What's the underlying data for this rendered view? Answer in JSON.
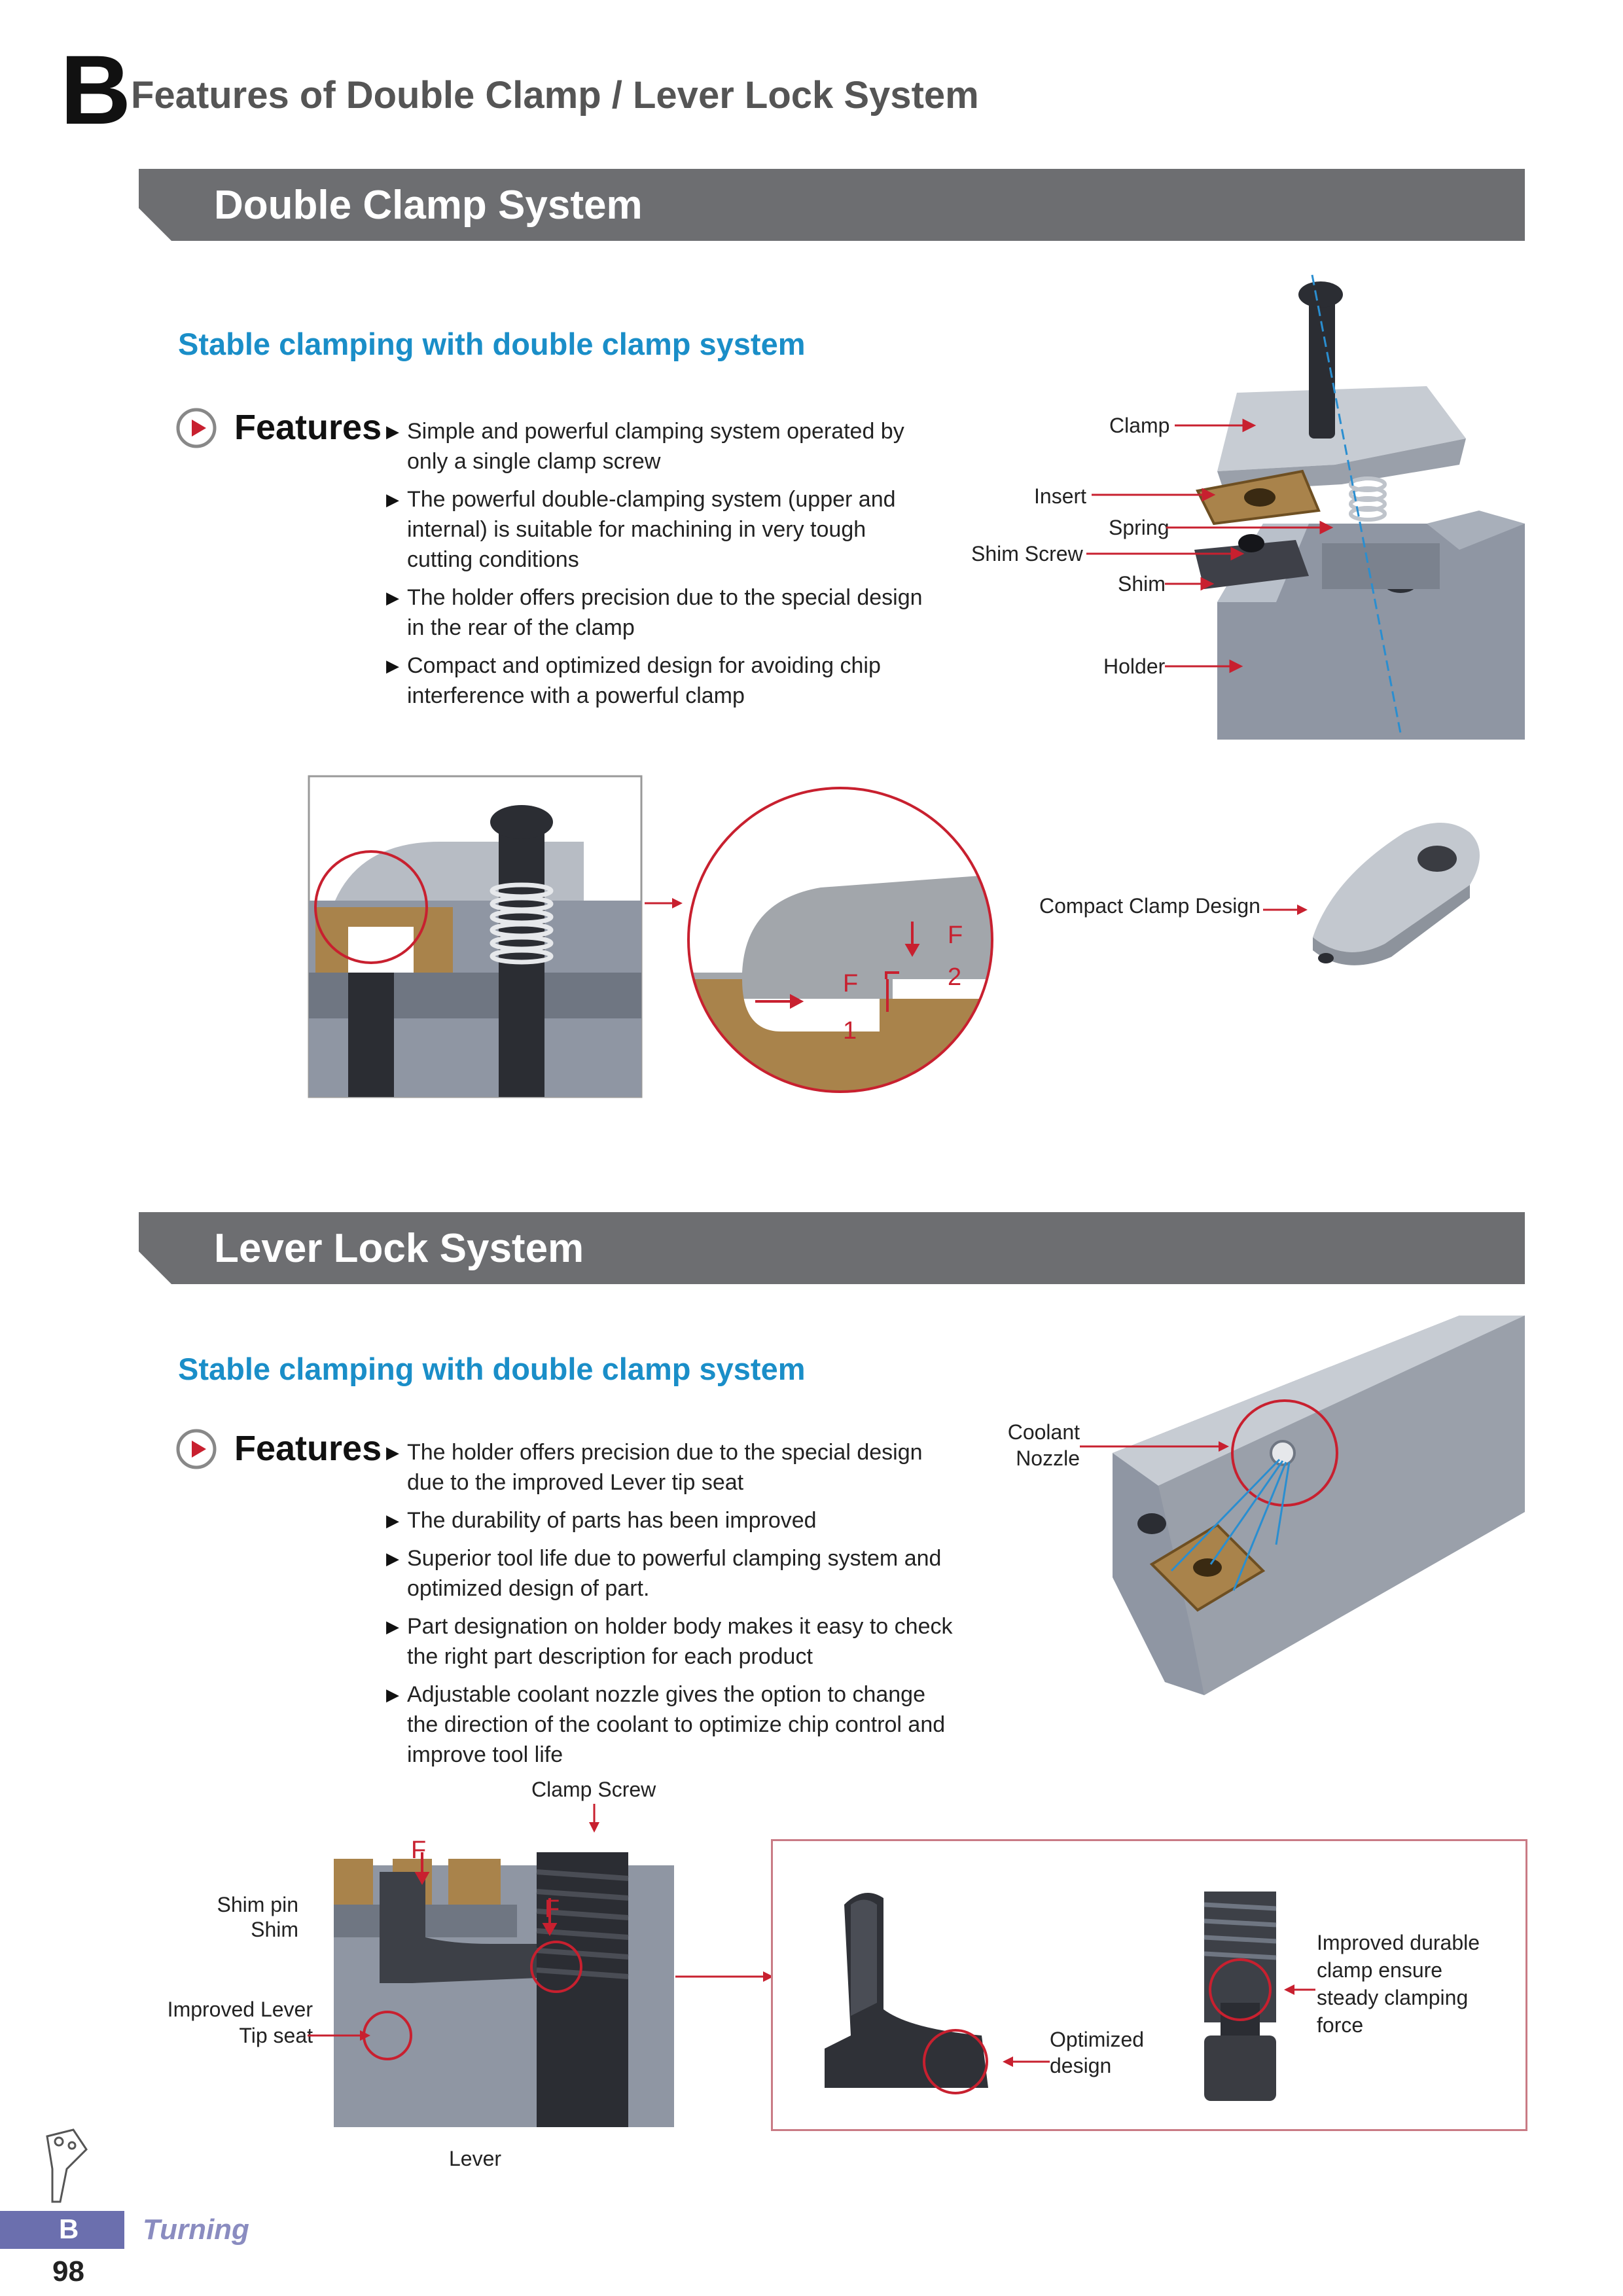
{
  "header": {
    "chapter_letter": "B",
    "title": "Features of Double Clamp / Lever Lock System"
  },
  "double_clamp": {
    "band_title": "Double Clamp System",
    "subheading": "Stable clamping with double clamp system",
    "features_label": "Features",
    "bullets": [
      "Simple and powerful clamping system operated by only a single clamp screw",
      "The powerful double-clamping system (upper and internal) is suitable for machining in very tough cutting conditions",
      "The holder offers precision due to the special design in the rear of the clamp",
      "Compact and optimized design for avoiding chip interference with a powerful clamp"
    ],
    "diagram_labels": {
      "clamp": "Clamp",
      "insert": "Insert",
      "spring": "Spring",
      "shim_screw": "Shim Screw",
      "shim": "Shim",
      "holder": "Holder"
    },
    "compact_clamp_label": "Compact Clamp Design",
    "force_labels": {
      "f1_letter": "F",
      "f1_index": "1",
      "f2_letter": "F",
      "f2_index": "2"
    }
  },
  "lever_lock": {
    "band_title": "Lever Lock System",
    "subheading": "Stable clamping with double clamp system",
    "features_label": "Features",
    "bullets": [
      "The holder offers precision due to the special design due to the improved Lever tip seat",
      "The durability of parts has been improved",
      "Superior tool life due to powerful clamping system and optimized design of part.",
      "Part designation on holder body makes it easy to check the right part description for each product",
      "Adjustable coolant nozzle gives the option to change the direction of the coolant to optimize chip control and improve tool life"
    ],
    "coolant_label_line1": "Coolant",
    "coolant_label_line2": "Nozzle",
    "labels": {
      "clamp_screw": "Clamp Screw",
      "shim_pin": "Shim pin",
      "shim": "Shim",
      "improved_lever_line1": "Improved Lever",
      "improved_lever_line2": "Tip seat",
      "lever": "Lever",
      "optimized_line1": "Optimized",
      "optimized_line2": "design",
      "durable_line1": "Improved durable",
      "durable_line2": "clamp ensure",
      "durable_line3": "steady clamping",
      "durable_line4": "force",
      "force_f1": "F",
      "force_f2": "F"
    }
  },
  "footer": {
    "tab_letter": "B",
    "section": "Turning",
    "page_number": "98"
  },
  "colors": {
    "band": "#6d6e71",
    "subhead": "#1a8ec8",
    "accent_red": "#c8202f",
    "insert_bronze": "#a9834b",
    "holder_grey": "#8f96a3",
    "side_tab": "#6b6fae"
  }
}
